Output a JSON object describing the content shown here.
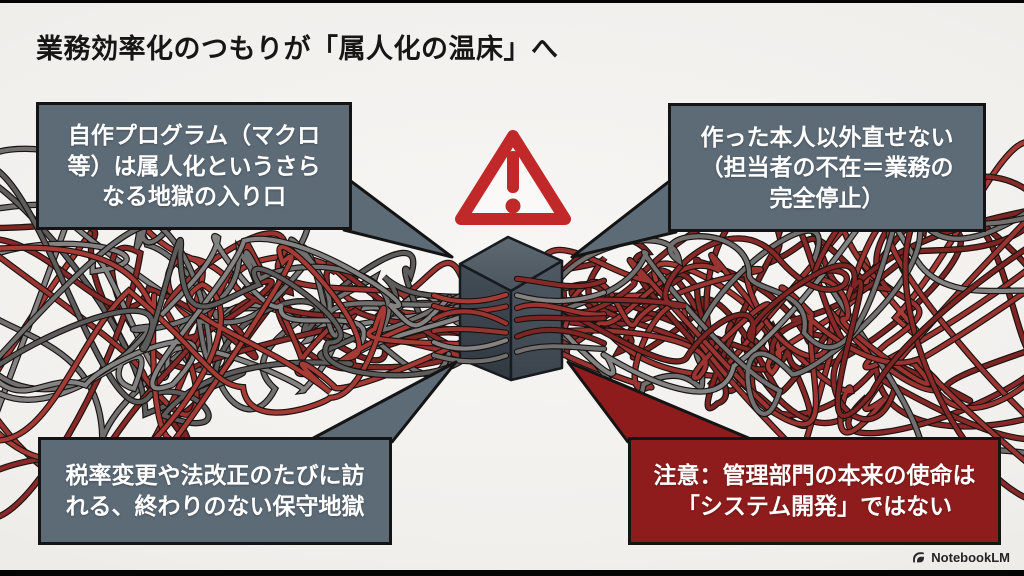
{
  "slide": {
    "title": "業務効率化のつもりが「属人化の温床」へ",
    "callouts": {
      "top_left": "自作プログラム（マクロ\n等）は属人化というさら\nなる地獄の入り口",
      "top_right": "作った本人以外直せない\n（担当者の不在＝業務の\n完全停止）",
      "bottom_left": "税率変更や法改正のたびに訪\nれる、終わりのない保守地獄",
      "bottom_right": "注意：管理部門の本来の使命は\n「システム開発」ではない"
    },
    "footer": {
      "brand": "NotebookLM"
    },
    "icons": {
      "warning": "warning-triangle-icon",
      "brand": "notebooklm-icon"
    },
    "colors": {
      "callout_gray": "#5d6b77",
      "callout_red": "#8e1c1c",
      "warning": "#c1282a",
      "border": "#141414",
      "cube_top": "#566069",
      "cube_left": "#3a434b",
      "cube_right": "#49525c",
      "wire_outline": "#181210",
      "wire_reds": [
        "#9a3431",
        "#872928",
        "#a63b36",
        "#7c2523"
      ],
      "wire_grays": [
        "#707070",
        "#5c5c5c",
        "#838383"
      ]
    }
  }
}
